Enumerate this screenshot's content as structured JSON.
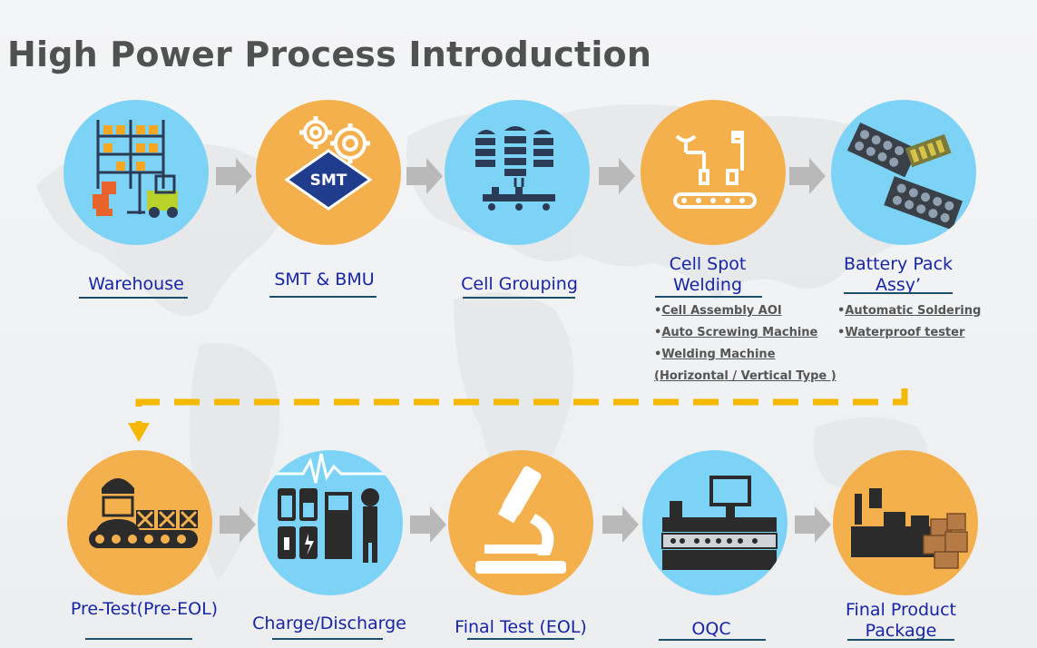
{
  "title": "High Power Process Introduction",
  "colors": {
    "blue_circle": "#7dd3f5",
    "orange_circle": "#f5b04e",
    "label": "#1725a8",
    "dash": "#f5b800",
    "arrow": "#b9b9b9"
  },
  "row1": [
    {
      "label": "Warehouse",
      "icon": "warehouse-icon"
    },
    {
      "label": "SMT & BMU",
      "icon": "smt-icon",
      "badge": "SMT"
    },
    {
      "label": "Cell Grouping",
      "icon": "cell-grouping-icon"
    },
    {
      "label_line1": "Cell Spot",
      "label_line2": "Welding",
      "icon": "spot-welding-icon"
    },
    {
      "label_line1": "Battery Pack",
      "label_line2": "Assy’",
      "icon": "battery-pack-icon"
    }
  ],
  "welding_bullets": [
    {
      "mark": "•",
      "text": "Cell Assembly AOI"
    },
    {
      "mark": "•",
      "text": "Auto Screwing  Machine"
    },
    {
      "mark": "•",
      "text": "Welding Machine"
    },
    {
      "mark": "",
      "text": "(Horizontal / Vertical Type )"
    }
  ],
  "pack_bullets": [
    {
      "mark": "•",
      "text": "Automatic Soldering"
    },
    {
      "mark": "•",
      "text": "Waterproof tester"
    }
  ],
  "row2": [
    {
      "label": "Pre-Test(Pre-EOL)",
      "icon": "pre-test-icon"
    },
    {
      "label": "Charge/Discharge",
      "icon": "charge-discharge-icon"
    },
    {
      "label": "Final Test (EOL)",
      "icon": "microscope-icon"
    },
    {
      "label": "OQC",
      "icon": "oqc-icon"
    },
    {
      "label_line1": "Final Product",
      "label_line2": "Package",
      "icon": "package-icon"
    }
  ]
}
